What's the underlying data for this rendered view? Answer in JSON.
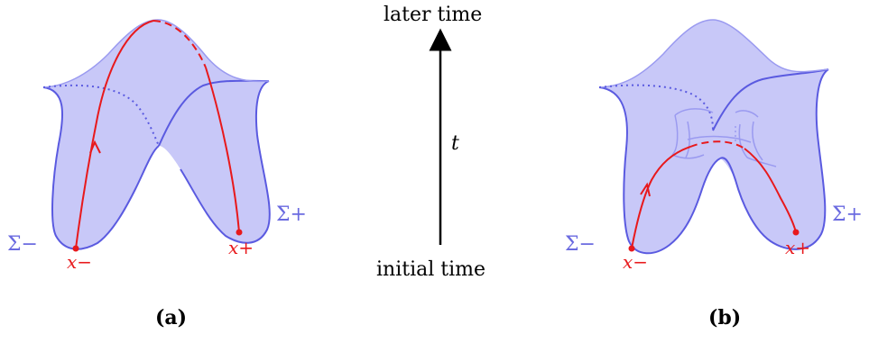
{
  "panel_a": {
    "sigma_minus": "Σ−",
    "sigma_plus": "Σ+",
    "point_minus": "x−",
    "point_plus": "x+",
    "caption": "(a)"
  },
  "panel_b": {
    "sigma_minus": "Σ−",
    "sigma_plus": "Σ+",
    "point_minus": "x−",
    "point_plus": "x+",
    "caption": "(b)"
  },
  "time_axis": {
    "top_label": "later time",
    "bottom_label": "initial time",
    "variable": "t"
  },
  "colors": {
    "surface_fill": "#c8c8f8",
    "surface_edge": "#5a5ae0",
    "curve": "#e8191c",
    "arrow": "#000000"
  }
}
